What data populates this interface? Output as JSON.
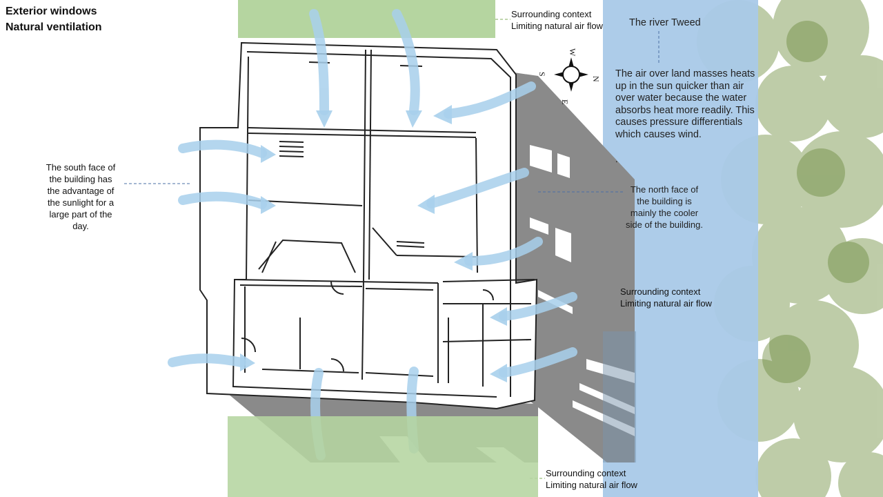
{
  "title": {
    "line1": "Exterior windows",
    "line2": "Natural ventilation"
  },
  "context_top": {
    "line1": "Surrounding context",
    "line2": "Limiting natural air flow"
  },
  "context_right": {
    "line1": "Surrounding context",
    "line2": "Limiting natural air flow"
  },
  "context_bottom": {
    "line1": "Surrounding context",
    "line2": "Limiting natural air flow"
  },
  "river": {
    "label": "The river Tweed",
    "description": "The air over land masses heats up in the sun quicker than air over water because the water absorbs heat more readily. This causes pressure differentials which causes wind.",
    "dot": "."
  },
  "south_face": "The south face of the building has the advantage of the sunlight for a large part of the day.",
  "north_face": "The north face of the building is mainly the cooler side of the building.",
  "compass": {
    "n": "N",
    "s": "S",
    "e": "E",
    "w": "W"
  },
  "colors": {
    "green": "#b5d5a0",
    "river": "#a9c9e8",
    "shadow": "#8a8a8a",
    "arrow": "#a8d0ec",
    "trees": "#7f9a55"
  }
}
